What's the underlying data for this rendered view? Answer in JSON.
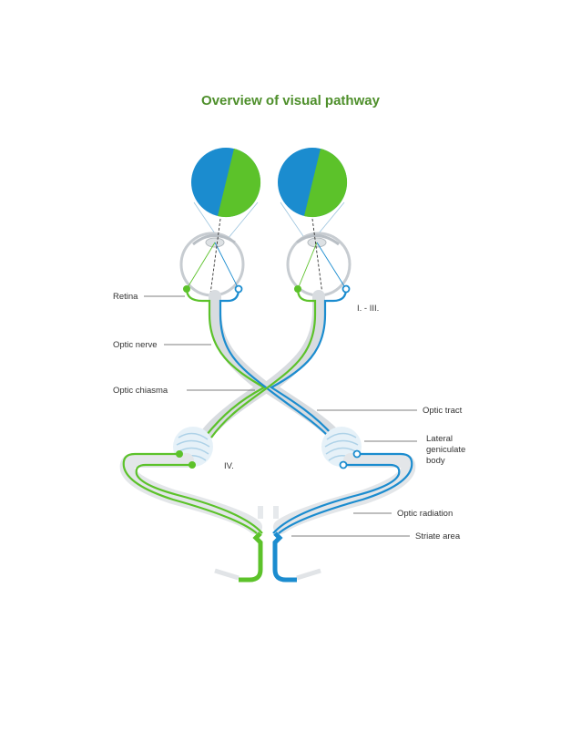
{
  "title": "Overview of visual pathway",
  "colors": {
    "left_field": "#1b8ccf",
    "right_field": "#5cc22a",
    "title": "#4e8f2b",
    "label_text": "#333333",
    "structure_gray": "#d5d9dd"
  },
  "labels": {
    "retina": "Retina",
    "optic_nerve": "Optic nerve",
    "optic_chiasma": "Optic chiasma",
    "optic_tract": "Optic tract",
    "lgb_line1": "Lateral",
    "lgb_line2": "geniculate",
    "lgb_line3": "body",
    "optic_radiation": "Optic radiation",
    "striate_area": "Striate area",
    "stage_1_3": "I. - III.",
    "stage_4": "IV."
  }
}
